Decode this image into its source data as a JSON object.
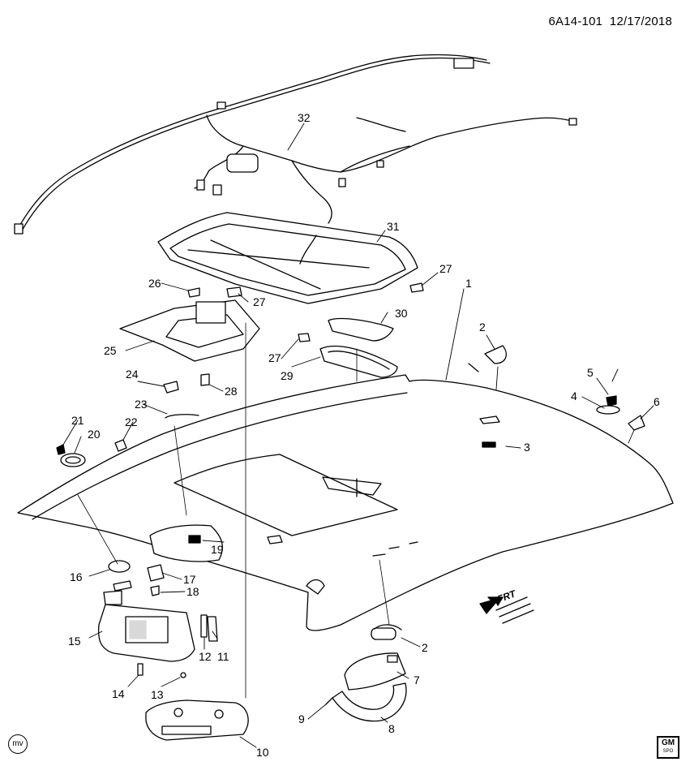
{
  "header": {
    "diagram_code": "6A14-101",
    "date": "12/17/2018"
  },
  "badges": {
    "corner_mark": "mv",
    "brand_logo": "GM",
    "brand_sub": "SPO"
  },
  "direction": {
    "label": "FRT"
  },
  "callouts": [
    {
      "id": "1",
      "text": "1"
    },
    {
      "id": "2a",
      "text": "2"
    },
    {
      "id": "2b",
      "text": "2"
    },
    {
      "id": "3",
      "text": "3"
    },
    {
      "id": "4",
      "text": "4"
    },
    {
      "id": "5",
      "text": "5"
    },
    {
      "id": "6",
      "text": "6"
    },
    {
      "id": "7",
      "text": "7"
    },
    {
      "id": "8",
      "text": "8"
    },
    {
      "id": "9",
      "text": "9"
    },
    {
      "id": "10",
      "text": "10"
    },
    {
      "id": "11",
      "text": "11"
    },
    {
      "id": "12",
      "text": "12"
    },
    {
      "id": "13",
      "text": "13"
    },
    {
      "id": "14",
      "text": "14"
    },
    {
      "id": "15",
      "text": "15"
    },
    {
      "id": "16",
      "text": "16"
    },
    {
      "id": "17",
      "text": "17"
    },
    {
      "id": "18",
      "text": "18"
    },
    {
      "id": "19",
      "text": "19"
    },
    {
      "id": "20",
      "text": "20"
    },
    {
      "id": "21",
      "text": "21"
    },
    {
      "id": "22",
      "text": "22"
    },
    {
      "id": "23",
      "text": "23"
    },
    {
      "id": "24",
      "text": "24"
    },
    {
      "id": "25",
      "text": "25"
    },
    {
      "id": "26",
      "text": "26"
    },
    {
      "id": "27a",
      "text": "27"
    },
    {
      "id": "27b",
      "text": "27"
    },
    {
      "id": "27c",
      "text": "27"
    },
    {
      "id": "28",
      "text": "28"
    },
    {
      "id": "29",
      "text": "29"
    },
    {
      "id": "30",
      "text": "30"
    },
    {
      "id": "31",
      "text": "31"
    },
    {
      "id": "32",
      "text": "32"
    }
  ]
}
